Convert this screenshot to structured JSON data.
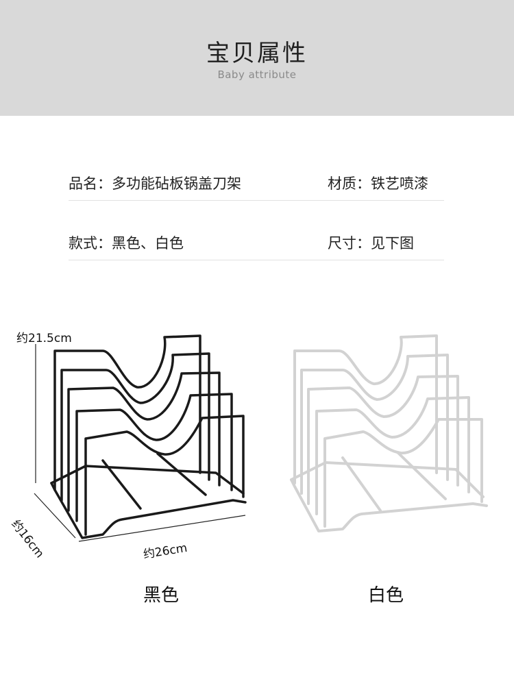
{
  "header": {
    "title": "宝贝属性",
    "subtitle": "Baby attribute"
  },
  "attributes": [
    {
      "left": "品名：多功能砧板锅盖刀架",
      "right": "材质：铁艺喷漆"
    },
    {
      "left": "款式：黑色、白色",
      "right": "尺寸：见下图"
    }
  ],
  "dimensions": {
    "height": "约21.5cm",
    "depth": "约16cm",
    "width": "约26cm"
  },
  "products": [
    {
      "label": "黑色",
      "stroke": "#1a1a1a"
    },
    {
      "label": "白色",
      "stroke": "#d6d6d6"
    }
  ]
}
